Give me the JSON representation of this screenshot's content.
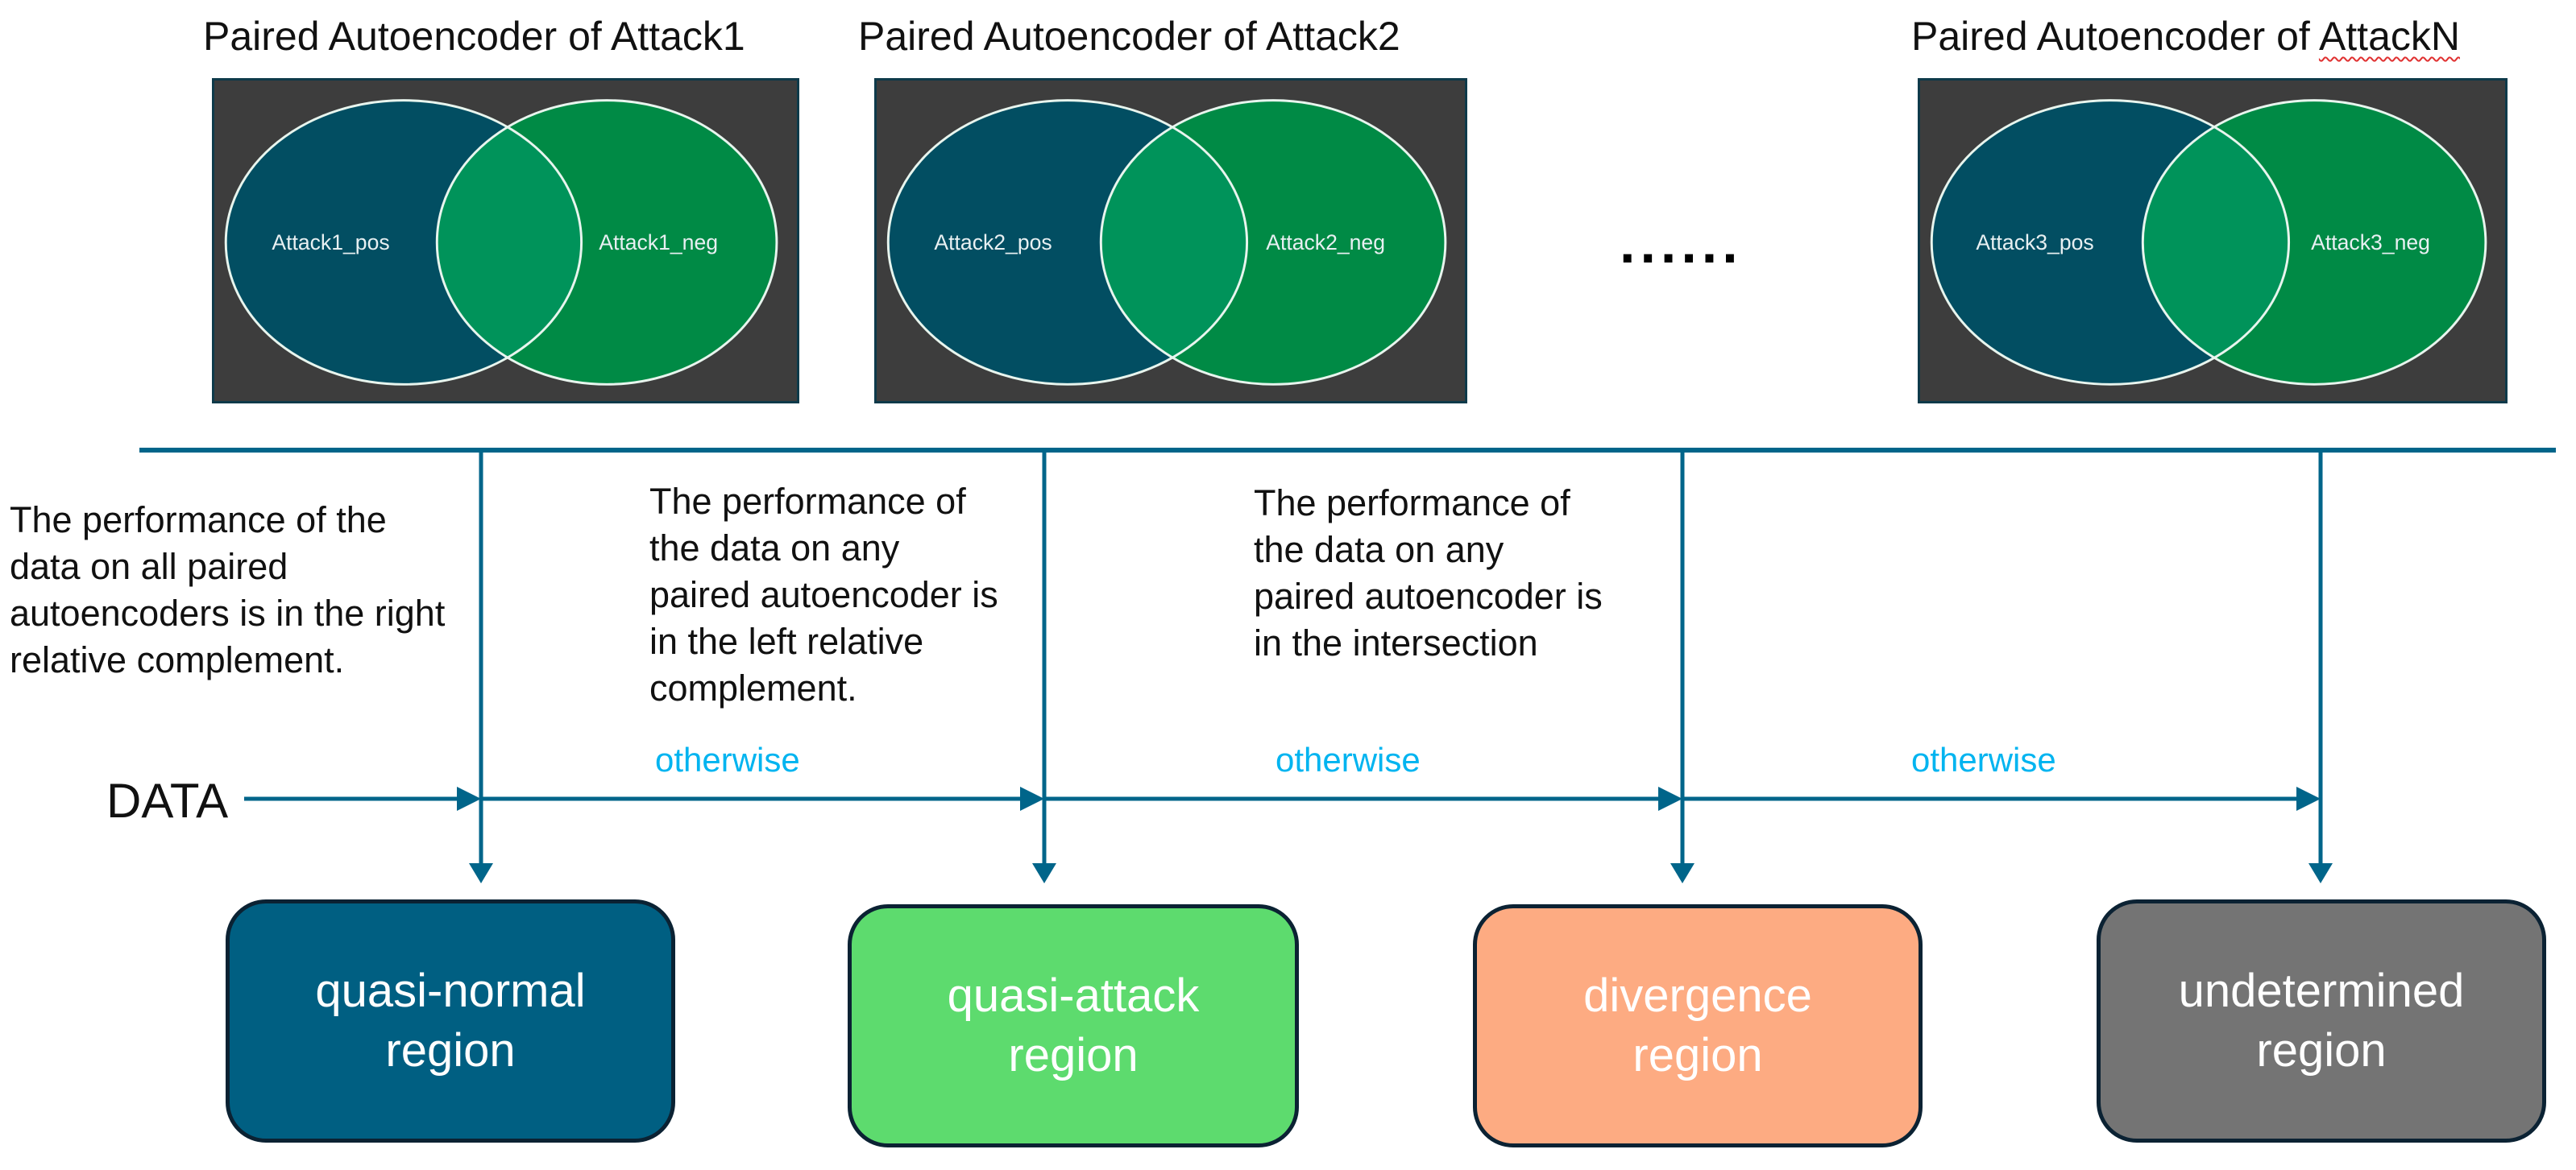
{
  "colors": {
    "line": "#00658a",
    "otherwise": "#00b4f0",
    "venn_bg": "#3d3d3d",
    "pos": "#024e62",
    "neg": "#008a45",
    "intersection": "#00935a"
  },
  "panels": [
    {
      "title": "Paired Autoencoder of Attack1",
      "title_prefix": "Paired Autoencoder of ",
      "title_suffix": "Attack1",
      "pos_label": "Attack1_pos",
      "neg_label": "Attack1_neg"
    },
    {
      "title": "Paired Autoencoder of Attack2",
      "title_prefix": "Paired Autoencoder of ",
      "title_suffix": "Attack2",
      "pos_label": "Attack2_pos",
      "neg_label": "Attack2_neg"
    },
    {
      "title": "Paired Autoencoder of AttackN",
      "title_prefix": "Paired Autoencoder of ",
      "title_suffix": "AttackN",
      "pos_label": "Attack3_pos",
      "neg_label": "Attack3_neg"
    }
  ],
  "ellipsis": "......",
  "conditions": [
    "The performance of the\ndata on all paired\nautoencoders is in the right\nrelative complement.",
    "The performance of\nthe data on any\npaired autoencoder is\nin the left relative\ncomplement.",
    "The performance of\nthe data on any\npaired autoencoder is\nin the intersection"
  ],
  "data_label": "DATA",
  "otherwise_labels": [
    "otherwise",
    "otherwise",
    "otherwise"
  ],
  "regions": [
    {
      "label": "quasi-normal\nregion",
      "color": "#005f82"
    },
    {
      "label": "quasi-attack\nregion",
      "color": "#5ddb6e"
    },
    {
      "label": "divergence\nregion",
      "color": "#fdab82"
    },
    {
      "label": "undetermined\nregion",
      "color": "#747474"
    }
  ]
}
